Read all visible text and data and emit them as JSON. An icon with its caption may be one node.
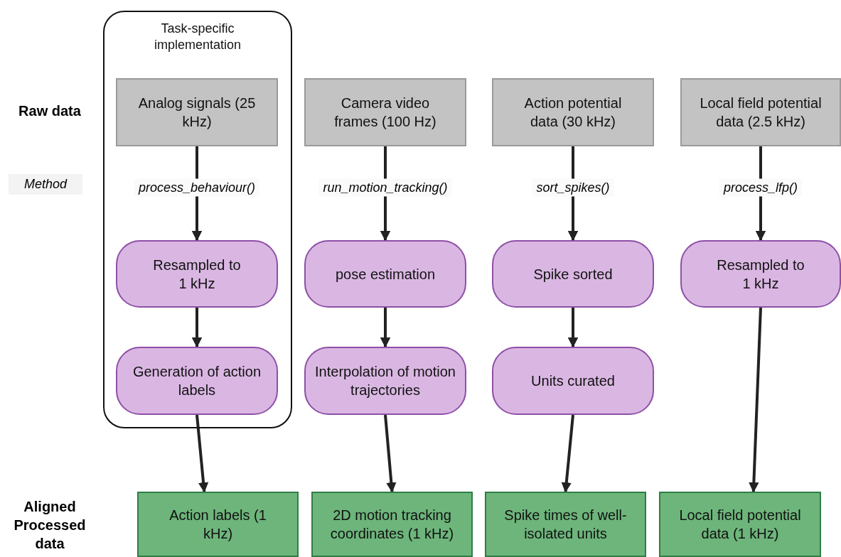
{
  "diagram": {
    "nodes": [
      {
        "text": [
          "Task-specific implementation"
        ]
      },
      {
        "text": [
          "Analog signals (25 kHz)"
        ],
        "in": 0
      },
      {
        "text": [
          "Camera video frames (100 Hz)"
        ]
      },
      {
        "text": [
          "Action potential data (30 kHz)"
        ]
      },
      {
        "text": [
          "Local field potential data (2.5 kHz)"
        ]
      },
      {
        "text": [
          "Resampled to 1 kHz"
        ],
        "in": 0
      },
      {
        "text": [
          "pose estimation"
        ]
      },
      {
        "text": [
          "Spike sorted"
        ]
      },
      {
        "text": [
          "Resampled to 1 kHz"
        ]
      },
      {
        "text": [
          "Generation of action labels"
        ],
        "in": 0
      },
      {
        "text": [
          "Interpolation of motion trajectories"
        ]
      },
      {
        "text": [
          "Units curated"
        ]
      },
      {
        "text": [
          "Action labels (1 kHz)"
        ]
      },
      {
        "text": [
          "2D motion tracking coordinates (1 kHz)"
        ]
      },
      {
        "text": [
          "Spike times of well-isolated units"
        ]
      },
      {
        "text": [
          "Local field potential data (1 kHz)"
        ]
      }
    ],
    "edges": [
      {
        "from": 1,
        "to": 5,
        "arrow": "to",
        "label": "process_behaviour()"
      },
      {
        "from": 5,
        "to": 9,
        "arrow": "to"
      },
      {
        "from": 9,
        "to": 12,
        "arrow": "to"
      },
      {
        "from": 2,
        "to": 6,
        "arrow": "to",
        "label": "run_motion_tracking()"
      },
      {
        "from": 6,
        "to": 10,
        "arrow": "to"
      },
      {
        "from": 10,
        "to": 13,
        "arrow": "to"
      },
      {
        "from": 3,
        "to": 7,
        "arrow": "to",
        "label": "sort_spikes()"
      },
      {
        "from": 7,
        "to": 11,
        "arrow": "to"
      },
      {
        "from": 11,
        "to": 14,
        "arrow": "to"
      },
      {
        "from": 4,
        "to": 8,
        "arrow": "to",
        "label": "process_lfp()"
      },
      {
        "from": 8,
        "to": 15,
        "arrow": "to"
      }
    ],
    "labels": [
      "Raw data",
      "Method",
      "Aligned Processed data"
    ]
  }
}
